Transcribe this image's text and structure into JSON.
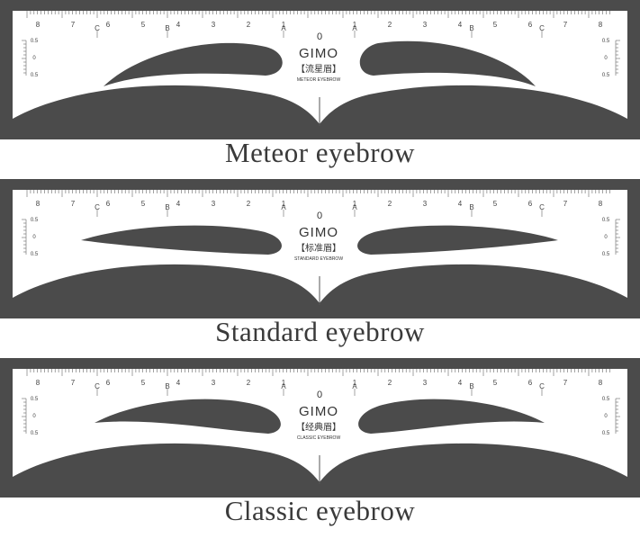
{
  "panels": [
    {
      "caption": "Meteor eyebrow",
      "zero": "0",
      "brand": "GIMO",
      "model_cn": "【流星眉】",
      "model_en": "METEOR EYEBROW",
      "brow_shape": "meteor"
    },
    {
      "caption": "Standard eyebrow",
      "zero": "0",
      "brand": "GIMO",
      "model_cn": "【标准眉】",
      "model_en": "STANDARD EYEBROW",
      "brow_shape": "standard"
    },
    {
      "caption": "Classic eyebrow",
      "zero": "0",
      "brand": "GIMO",
      "model_cn": "【经典眉】",
      "model_en": "CLASSIC EYEBROW",
      "brow_shape": "classic"
    }
  ],
  "ruler": {
    "numbers": [
      "8",
      "7",
      "6",
      "5",
      "4",
      "3",
      "2",
      "1",
      "1",
      "2",
      "3",
      "4",
      "5",
      "6",
      "7",
      "8"
    ],
    "letters": [
      "C",
      "B",
      "A",
      "A",
      "B",
      "C"
    ],
    "side_labels": [
      "0.5",
      "0",
      "0.5"
    ]
  },
  "colors": {
    "band": "#4b4b4b",
    "stencil": "#ffffff",
    "brow": "#4b4b4b",
    "caption": "#3a3a3a"
  }
}
